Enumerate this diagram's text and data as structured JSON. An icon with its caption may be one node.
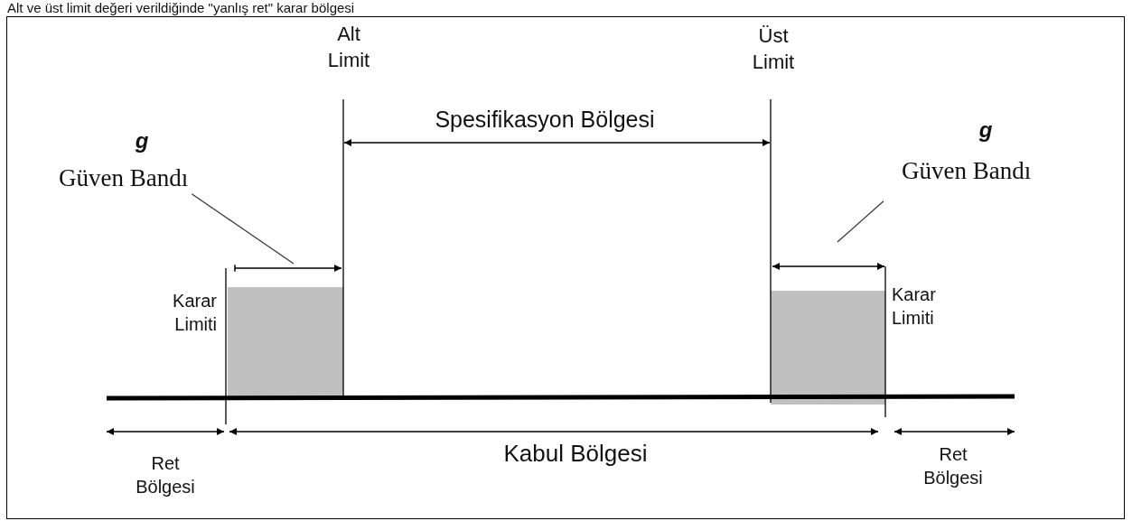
{
  "diagram": {
    "title": "Alt ve üst limit değeri verildiğinde \"yanlış ret\" karar bölgesi",
    "nodes": [
      {
        "text": [
          "Güven Bandı"
        ]
      },
      {
        "text": [
          "Güven Bandı"
        ]
      }
    ],
    "edges": [
      {
        "from": 0,
        "to": null,
        "arrow": "none"
      },
      {
        "from": 1,
        "to": null,
        "arrow": "none"
      }
    ],
    "labels": [
      "Alt Limit",
      "Üst Limit",
      "Spesifikasyon Bölgesi",
      "g",
      "g",
      "Karar Limiti",
      "Karar Limiti",
      "Ret Bölgesi",
      "Kabul Bölgesi",
      "Ret Bölgesi"
    ]
  }
}
